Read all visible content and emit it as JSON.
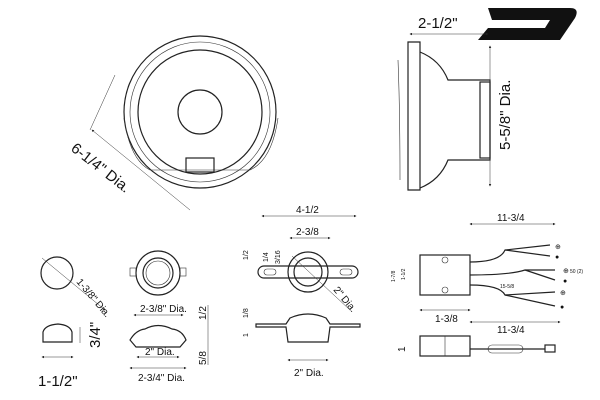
{
  "woofer_side": {
    "depth": "2-1/2\"",
    "mount_dia": "5-5/8\" Dia."
  },
  "woofer_front": {
    "outer_dia": "6-1/4\" Dia."
  },
  "tweeter_small": {
    "dia": "1-3/8\" Dia.",
    "height": "3/4\"",
    "width": "1-1/2\""
  },
  "tweeter_cup": {
    "top_dia": "2-3/8\" Dia.",
    "inner_dia": "2\" Dia.",
    "outer_dia": "2-3/4\" Dia.",
    "top_height": "1/2",
    "bottom_height": "5/8"
  },
  "tweeter_bracket": {
    "total_width": "4-1/2",
    "center_width": "2-3/8",
    "height_left": "1/2",
    "slot_a": "1/4",
    "slot_b": "3/16",
    "dia": "2\" Dia.",
    "flange": "1/8",
    "depth": "1",
    "bottom_dia": "2\" Dia."
  },
  "crossover": {
    "wire_top": "11-3/4",
    "height_outer": "1-7/8",
    "height_inner": "1-1/2",
    "wire_mid": "15-5/8",
    "tap": "50 (2)",
    "width": "1-3/8",
    "wire_bottom": "11-3/4",
    "thickness": "1",
    "plus": "⊕",
    "minus": "●"
  }
}
